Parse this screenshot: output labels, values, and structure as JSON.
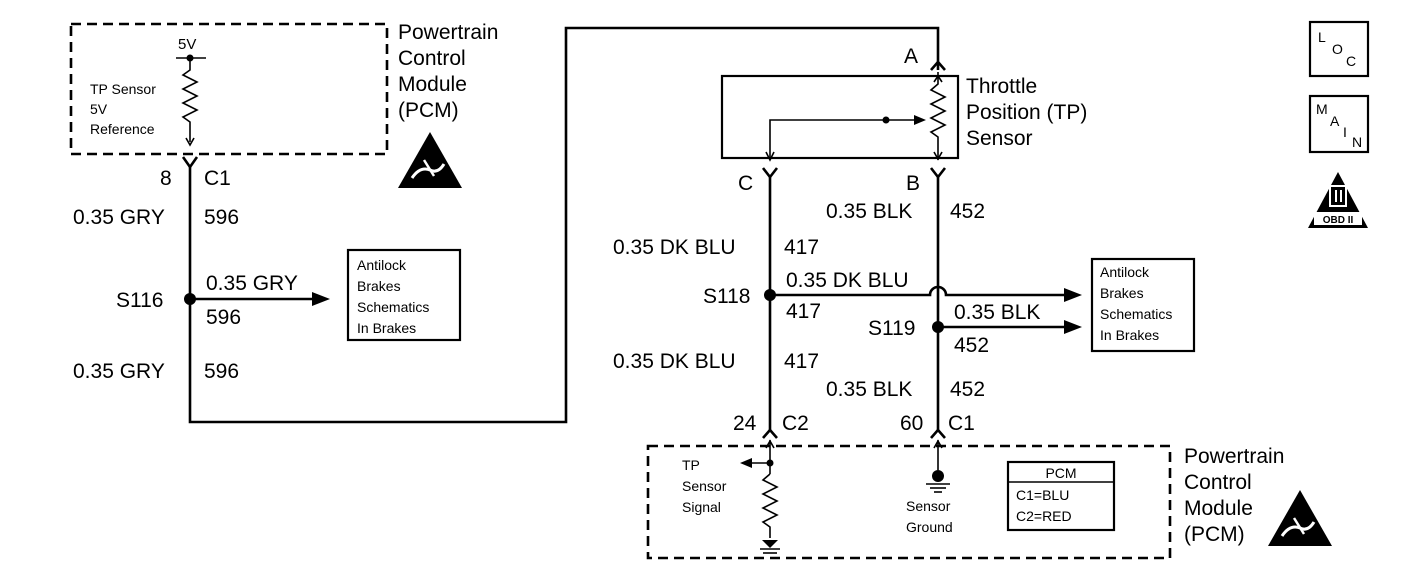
{
  "pcm_top": {
    "title_lines": [
      "Powertrain",
      "Control",
      "Module",
      "(PCM)"
    ],
    "ref_voltage": "5V",
    "internal_label_lines": [
      "TP Sensor",
      "5V",
      "Reference"
    ],
    "pin": "8",
    "connector": "C1"
  },
  "wire_ref_upper": {
    "color": "0.35 GRY",
    "circuit": "596"
  },
  "wire_ref_lower": {
    "color": "0.35 GRY",
    "circuit": "596"
  },
  "splice_s116": {
    "name": "S116",
    "branch_color": "0.35 GRY",
    "branch_circuit": "596"
  },
  "abs_box_left": {
    "lines": [
      "Antilock",
      "Brakes",
      "Schematics",
      "In Brakes"
    ]
  },
  "tp_sensor": {
    "title_lines": [
      "Throttle",
      "Position (TP)",
      "Sensor"
    ],
    "pin_a": "A",
    "pin_b": "B",
    "pin_c": "C"
  },
  "wire_blu_upper": {
    "color": "0.35 DK BLU",
    "circuit": "417"
  },
  "wire_blu_lower": {
    "color": "0.35 DK BLU",
    "circuit": "417"
  },
  "wire_blk_upper": {
    "color": "0.35 BLK",
    "circuit": "452"
  },
  "wire_blk_lower": {
    "color": "0.35 BLK",
    "circuit": "452"
  },
  "splice_s118": {
    "name": "S118",
    "branch_color": "0.35 DK BLU",
    "branch_circuit": "417"
  },
  "splice_s119": {
    "name": "S119",
    "branch_color": "0.35 BLK",
    "branch_circuit": "452"
  },
  "abs_box_right": {
    "lines": [
      "Antilock",
      "Brakes",
      "Schematics",
      "In Brakes"
    ]
  },
  "pcm_bottom": {
    "title_lines": [
      "Powertrain",
      "Control",
      "Module",
      "(PCM)"
    ],
    "signal_pin": "24",
    "signal_connector": "C2",
    "ground_pin": "60",
    "ground_connector": "C1",
    "signal_label_lines": [
      "TP",
      "Sensor",
      "Signal"
    ],
    "ground_label_lines": [
      "Sensor",
      "Ground"
    ],
    "legend_title": "PCM",
    "legend_lines": [
      "C1=BLU",
      "C2=RED"
    ]
  },
  "legend_icons": {
    "loc": [
      "L",
      "O",
      "C"
    ],
    "main": [
      "M",
      "A",
      "I",
      "N"
    ],
    "obd": "OBD II"
  },
  "icons": [
    "esd-warning-icon",
    "loc-icon",
    "main-icon",
    "obd-ii-icon",
    "ground-icon"
  ]
}
